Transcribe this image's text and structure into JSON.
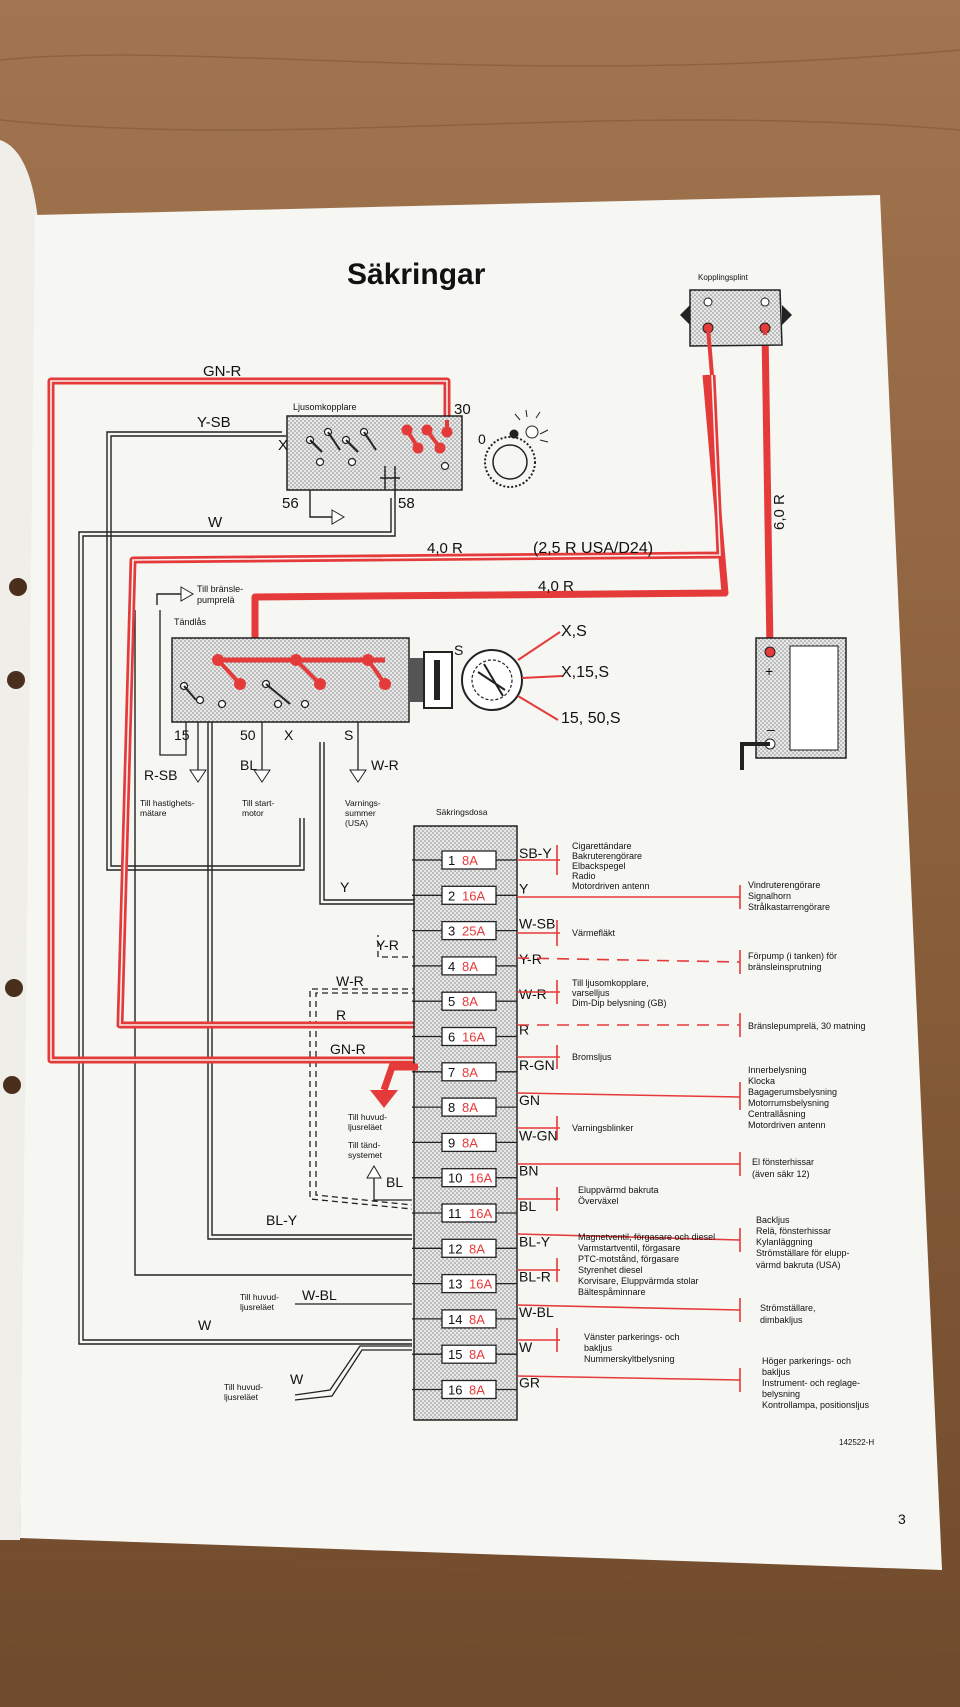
{
  "page": {
    "title": "Säkringar",
    "page_number": "3",
    "code": "142522-H"
  },
  "colors": {
    "wire_red": "#e53a3a",
    "paper": "#f6f6f3",
    "wood": "#8d6440"
  },
  "top": {
    "kopplingsplint": "Kopplingsplint",
    "ljusomkopplare": "Ljusomkopplare",
    "tandlas": "Tändlås",
    "sakringsdosa": "Säkringsdosa"
  },
  "wires": {
    "gn_r": "GN-R",
    "y_sb": "Y-SB",
    "w": "W",
    "r40a": "4,0 R",
    "r25": "(2,5 R USA/D24)",
    "r40b": "4,0 R",
    "r60": "6,0 R",
    "x": "X",
    "n30": "30",
    "n56": "56",
    "n58": "58",
    "n0": "0",
    "s": "S",
    "xs": "X,S",
    "x15s": "X,15,S",
    "n1550s": "15, 50,S",
    "n15": "15",
    "n50": "50",
    "x2": "X",
    "s2": "S",
    "r_sb": "R-SB",
    "bl": "BL",
    "w_r": "W-R",
    "y": "Y",
    "y_r_left": "Y-R",
    "w_r_left": "W-R",
    "r_left": "R",
    "gn_r_left": "GN-R",
    "bl_left": "BL",
    "bl_y_left": "BL-Y",
    "w_bl_left": "W-BL",
    "w_left": "W",
    "w_low": "W"
  },
  "ign_labels": {
    "till_bransle_1": "Till bränsle-",
    "till_bransle_2": "pumprelä",
    "hast_1": "Till hastighets-",
    "hast_2": "mätare",
    "start_1": "Till start-",
    "start_2": "motor",
    "varn_1": "Varnings-",
    "varn_2": "summer",
    "varn_3": "(USA)"
  },
  "left_labels": {
    "huvud1_1": "Till huvud-",
    "huvud1_2": "ljusreläet",
    "tand_1": "Till tänd-",
    "tand_2": "systemet",
    "huvud2_1": "Till huvud-",
    "huvud2_2": "ljusreläet",
    "huvud3_1": "Till huvud-",
    "huvud3_2": "ljusreläet"
  },
  "fuses": [
    {
      "num": "1",
      "amp": "8A",
      "color": "SB-Y"
    },
    {
      "num": "2",
      "amp": "16A",
      "color": "Y"
    },
    {
      "num": "3",
      "amp": "25A",
      "color": "W-SB"
    },
    {
      "num": "4",
      "amp": "8A",
      "color": "Y-R"
    },
    {
      "num": "5",
      "amp": "8A",
      "color": "W-R"
    },
    {
      "num": "6",
      "amp": "16A",
      "color": "R"
    },
    {
      "num": "7",
      "amp": "8A",
      "color": "R-GN"
    },
    {
      "num": "8",
      "amp": "8A",
      "color": "GN"
    },
    {
      "num": "9",
      "amp": "8A",
      "color": "W-GN"
    },
    {
      "num": "10",
      "amp": "16A",
      "color": "BN"
    },
    {
      "num": "11",
      "amp": "16A",
      "color": "BL"
    },
    {
      "num": "12",
      "amp": "8A",
      "color": "BL-Y"
    },
    {
      "num": "13",
      "amp": "16A",
      "color": "BL-R"
    },
    {
      "num": "14",
      "amp": "8A",
      "color": "W-BL"
    },
    {
      "num": "15",
      "amp": "8A",
      "color": "W"
    },
    {
      "num": "16",
      "amp": "8A",
      "color": "GR"
    }
  ],
  "circuits": {
    "c1_1": "Cigarettändare",
    "c1_2": "Bakruterengörare",
    "c1_3": "Elbackspegel",
    "c1_4": "Radio",
    "c1_5": "Motordriven antenn",
    "c2_1": "Vindruterengörare",
    "c2_2": "Signalhorn",
    "c2_3": "Strålkastarrengörare",
    "c3_1": "Värmefläkt",
    "c4_1": "Förpump (i tanken) för",
    "c4_2": "bränsleinsprutning",
    "c5_1": "Till ljusomkopplare,",
    "c5_2": "varselljus",
    "c5_3": "Dim-Dip belysning (GB)",
    "c6_1": "Bränslepumprelä, 30 matning",
    "c7_1": "Bromsljus",
    "c8_1": "Innerbelysning",
    "c8_2": "Klocka",
    "c8_3": "Bagagerumsbelysning",
    "c8_4": "Motorrumsbelysning",
    "c8_5": "Centrallåsning",
    "c8_6": "Motordriven antenn",
    "c9_1": "Varningsblinker",
    "c10_1": "El fönsterhissar",
    "c10_2": "(även säkr 12)",
    "c11_1": "Eluppvärmd bakruta",
    "c11_2": "Överväxel",
    "c12r_1": "Backljus",
    "c12r_2": "Relä, fönsterhissar",
    "c12r_3": "Kylanläggning",
    "c12r_4": "Strömställare för elupp-",
    "c12r_5": "värmd bakruta (USA)",
    "c13_1": "Magnetventil, förgasare och diesel",
    "c13_2": "Varmstartventil, förgasare",
    "c13_3": "PTC-motstånd, förgasare",
    "c13_4": "Styrenhet diesel",
    "c13_5": "Korvisare, Eluppvärmda stolar",
    "c13_6": "Bältespåminnare",
    "c14_1": "Strömställare,",
    "c14_2": "dimbakljus",
    "c15_1": "Vänster parkerings- och",
    "c15_2": "bakljus",
    "c15_3": "Nummerskyltbelysning",
    "c16_1": "Höger parkerings- och",
    "c16_2": "bakljus",
    "c16_3": "Instrument- och reglage-",
    "c16_4": "belysning",
    "c16_5": "Kontrollampa, positionsljus"
  }
}
